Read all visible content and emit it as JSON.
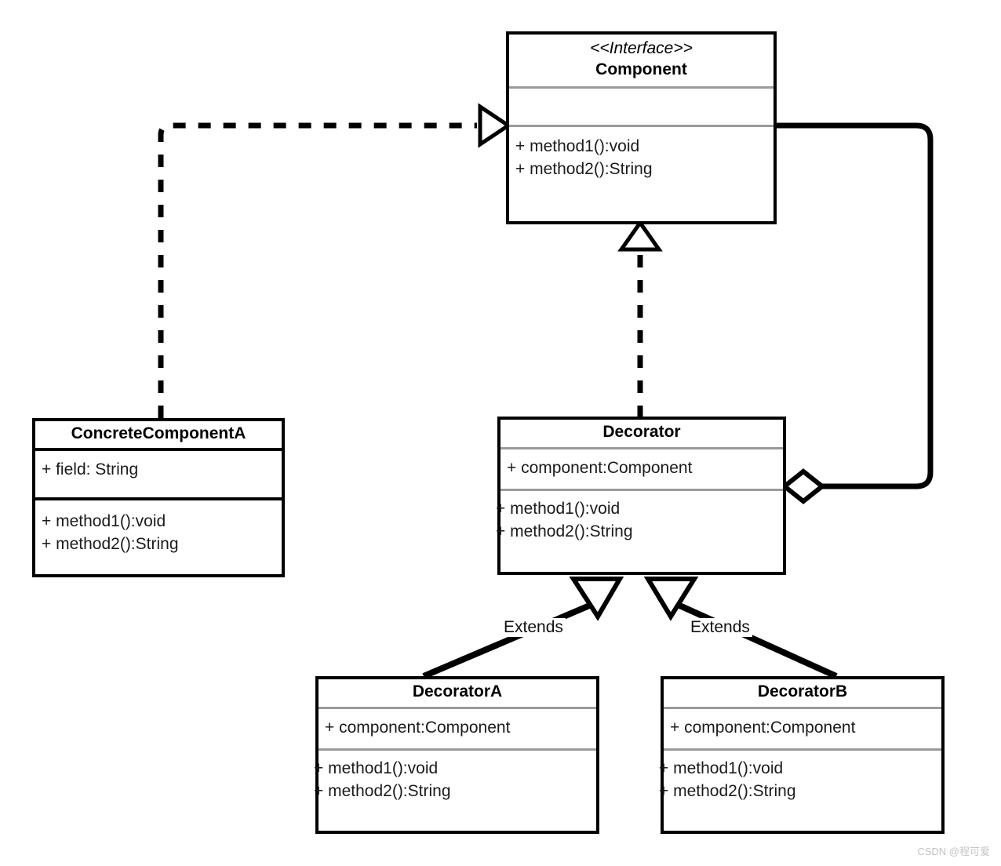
{
  "diagram": {
    "kind": "uml-class-diagram",
    "title": "Decorator Pattern Class Diagram",
    "watermark": "CSDN @程可爱",
    "colors": {
      "line": "#000000",
      "separator_gray": "#9a9a9a",
      "background": "#ffffff",
      "watermark": "#c3c3c3"
    },
    "classes": [
      {
        "id": "component",
        "stereotype": "<<Interface>>",
        "name": "Component",
        "fields": [],
        "methods": [
          "+ method1():void",
          "+ method2():String"
        ]
      },
      {
        "id": "concrete-component-a",
        "stereotype": "",
        "name": "ConcreteComponentA",
        "fields": [
          "+ field: String"
        ],
        "methods": [
          "+ method1():void",
          "+ method2():String"
        ]
      },
      {
        "id": "decorator",
        "stereotype": "",
        "name": "Decorator",
        "fields": [
          "+ component:Component"
        ],
        "methods": [
          "+ method1():void",
          "+ method2():String"
        ]
      },
      {
        "id": "decorator-a",
        "stereotype": "",
        "name": "DecoratorA",
        "fields": [
          "+ component:Component"
        ],
        "methods": [
          "+ method1():void",
          "+ method2():String"
        ]
      },
      {
        "id": "decorator-b",
        "stereotype": "",
        "name": "DecoratorB",
        "fields": [
          "+ component:Component"
        ],
        "methods": [
          "+ method1():void",
          "+ method2():String"
        ]
      }
    ],
    "relationships": [
      {
        "id": "rel-realization-concrete",
        "type": "realization",
        "from": "ConcreteComponentA",
        "to": "Component",
        "style": "dashed",
        "arrow": "hollow-triangle",
        "label": ""
      },
      {
        "id": "rel-realization-decorator",
        "type": "realization",
        "from": "Decorator",
        "to": "Component",
        "style": "dashed",
        "arrow": "hollow-triangle",
        "label": ""
      },
      {
        "id": "rel-aggregation",
        "type": "aggregation",
        "from": "Decorator",
        "to": "Component",
        "style": "solid",
        "arrow": "hollow-diamond",
        "label": ""
      },
      {
        "id": "rel-extends-a",
        "type": "generalization",
        "from": "DecoratorA",
        "to": "Decorator",
        "style": "solid",
        "arrow": "hollow-triangle",
        "label": "Extends"
      },
      {
        "id": "rel-extends-b",
        "type": "generalization",
        "from": "DecoratorB",
        "to": "Decorator",
        "style": "solid",
        "arrow": "hollow-triangle",
        "label": "Extends"
      }
    ],
    "labels": {
      "extends_left": "Extends",
      "extends_right": "Extends"
    }
  }
}
